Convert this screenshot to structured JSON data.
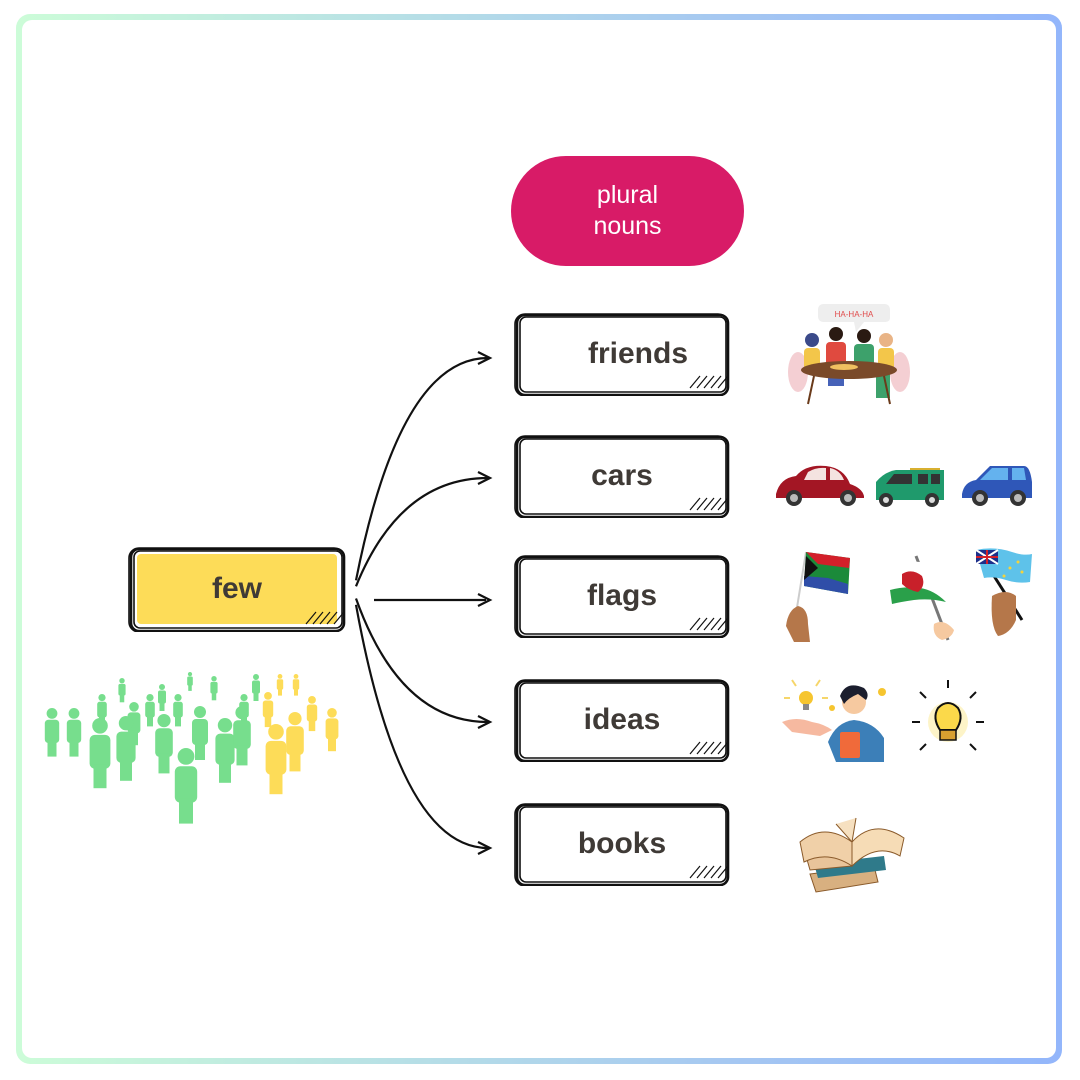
{
  "header": {
    "label_line1": "plural",
    "label_line2": "nouns"
  },
  "source": {
    "label": "few",
    "fill_color": "#fddc58"
  },
  "items": [
    {
      "label": "friends",
      "illustration": "friends-at-table-icon"
    },
    {
      "label": "cars",
      "illustration": "cars-icon"
    },
    {
      "label": "flags",
      "illustration": "flags-icon"
    },
    {
      "label": "ideas",
      "illustration": "ideas-icon"
    },
    {
      "label": "books",
      "illustration": "books-icon"
    }
  ],
  "friends_speech": "HA-HA-HA",
  "crowd": {
    "highlight_color": "#fddc58",
    "base_color": "#77de8d"
  },
  "colors": {
    "accent": "#d81b67",
    "text": "#3f3a36"
  }
}
